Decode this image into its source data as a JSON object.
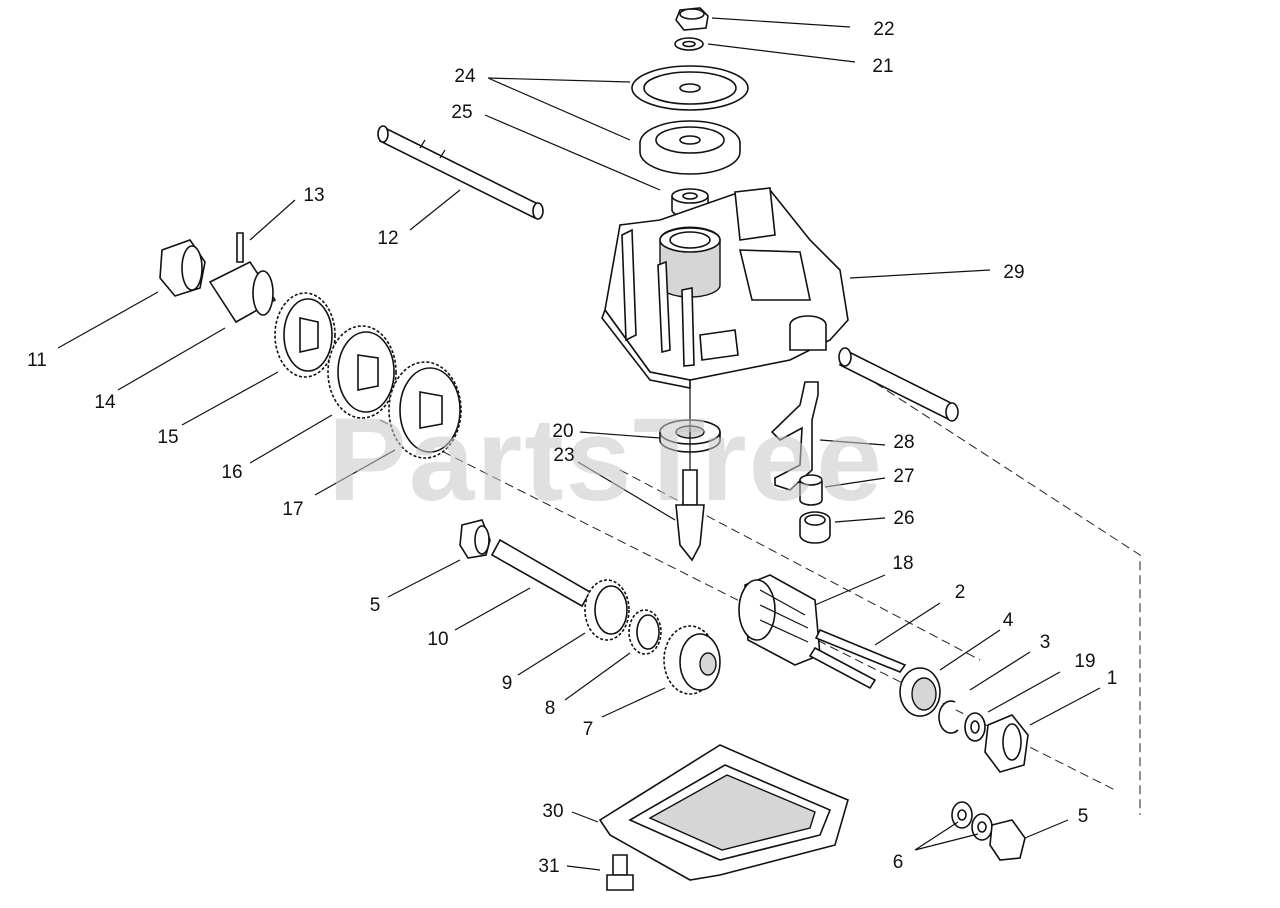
{
  "watermark": "PartsTree",
  "callouts": [
    {
      "label": "1"
    },
    {
      "label": "2"
    },
    {
      "label": "3"
    },
    {
      "label": "4"
    },
    {
      "label": "5"
    },
    {
      "label": "5"
    },
    {
      "label": "6"
    },
    {
      "label": "7"
    },
    {
      "label": "8"
    },
    {
      "label": "9"
    },
    {
      "label": "10"
    },
    {
      "label": "11"
    },
    {
      "label": "12"
    },
    {
      "label": "13"
    },
    {
      "label": "14"
    },
    {
      "label": "15"
    },
    {
      "label": "16"
    },
    {
      "label": "17"
    },
    {
      "label": "18"
    },
    {
      "label": "19"
    },
    {
      "label": "20"
    },
    {
      "label": "21"
    },
    {
      "label": "22"
    },
    {
      "label": "23"
    },
    {
      "label": "24"
    },
    {
      "label": "25"
    },
    {
      "label": "26"
    },
    {
      "label": "27"
    },
    {
      "label": "28"
    },
    {
      "label": "29"
    },
    {
      "label": "30"
    },
    {
      "label": "31"
    }
  ]
}
